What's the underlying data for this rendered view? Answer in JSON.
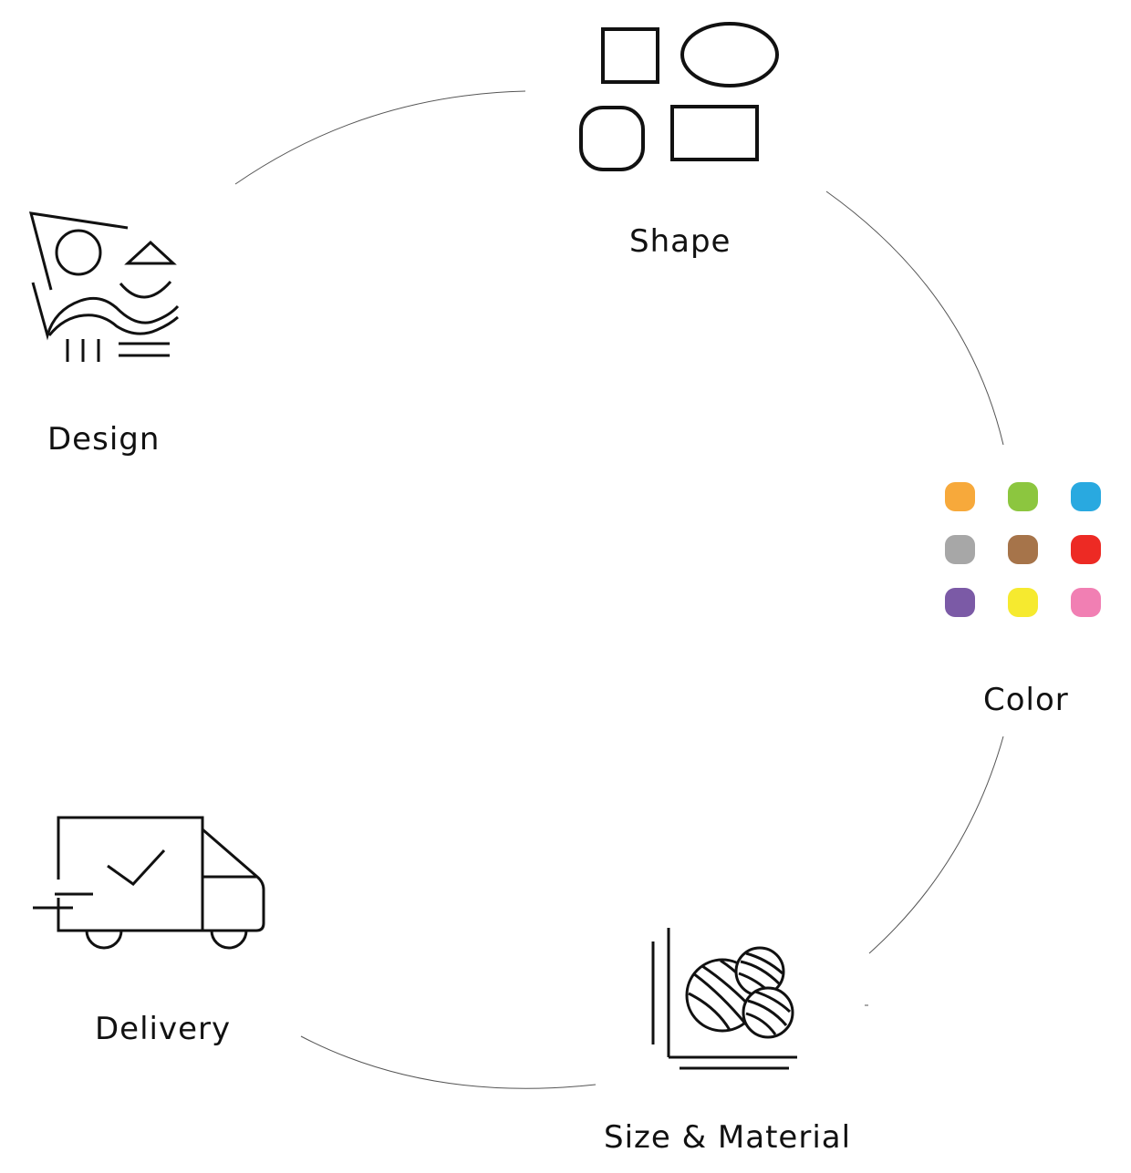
{
  "steps": {
    "shape": "Shape",
    "color": "Color",
    "size_material": "Size & Material",
    "delivery": "Delivery",
    "design": "Design"
  },
  "icons": {
    "shape": "shapes-icon",
    "color": "color-swatches-icon",
    "size_material": "yarn-balls-icon",
    "delivery": "delivery-truck-icon",
    "design": "design-sketch-icon"
  },
  "colors": {
    "swatches": [
      "#f7a93b",
      "#8cc63f",
      "#29a9e0",
      "#a7a7a7",
      "#a6744a",
      "#ed2a24",
      "#7b5aa6",
      "#f6ea2f",
      "#f17fb3"
    ],
    "stroke": "#111111",
    "connector": "#555555"
  }
}
